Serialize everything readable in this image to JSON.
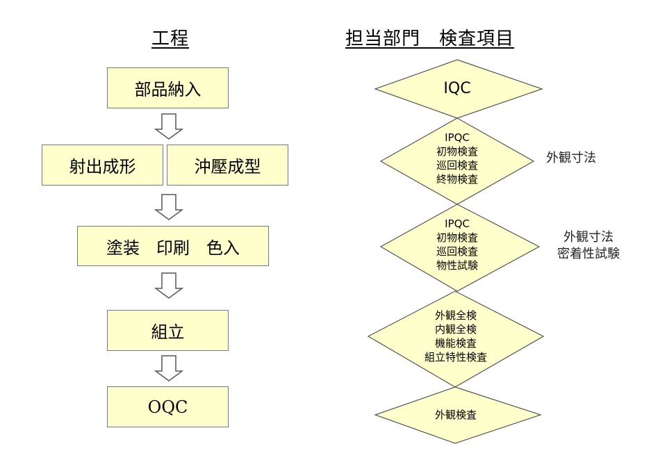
{
  "headers": {
    "process": "工程",
    "dept_inspection": "担当部門　検査項目"
  },
  "process": {
    "parts_intake": "部品納入",
    "injection_molding": "射出成形",
    "press_molding": "沖壓成型",
    "painting_printing": "塗装　印刷　色入",
    "assembly": "組立",
    "oqc": "OQC"
  },
  "inspection": [
    {
      "lines": [
        "IQC"
      ]
    },
    {
      "lines": [
        "IPQC",
        "初物検査",
        "巡回検査",
        "終物検査"
      ]
    },
    {
      "lines": [
        "IPQC",
        "初物検査",
        "巡回検査",
        "物性試験"
      ]
    },
    {
      "lines": [
        "外観全検",
        "内観全検",
        "機能検査",
        "組立特性検査"
      ]
    },
    {
      "lines": [
        "外観検査"
      ]
    }
  ],
  "side_notes": {
    "note1": [
      "外観寸法"
    ],
    "note2": [
      "外観寸法",
      "密着性試験"
    ]
  },
  "colors": {
    "fill": "#ffffcc",
    "stroke": "#555555"
  }
}
